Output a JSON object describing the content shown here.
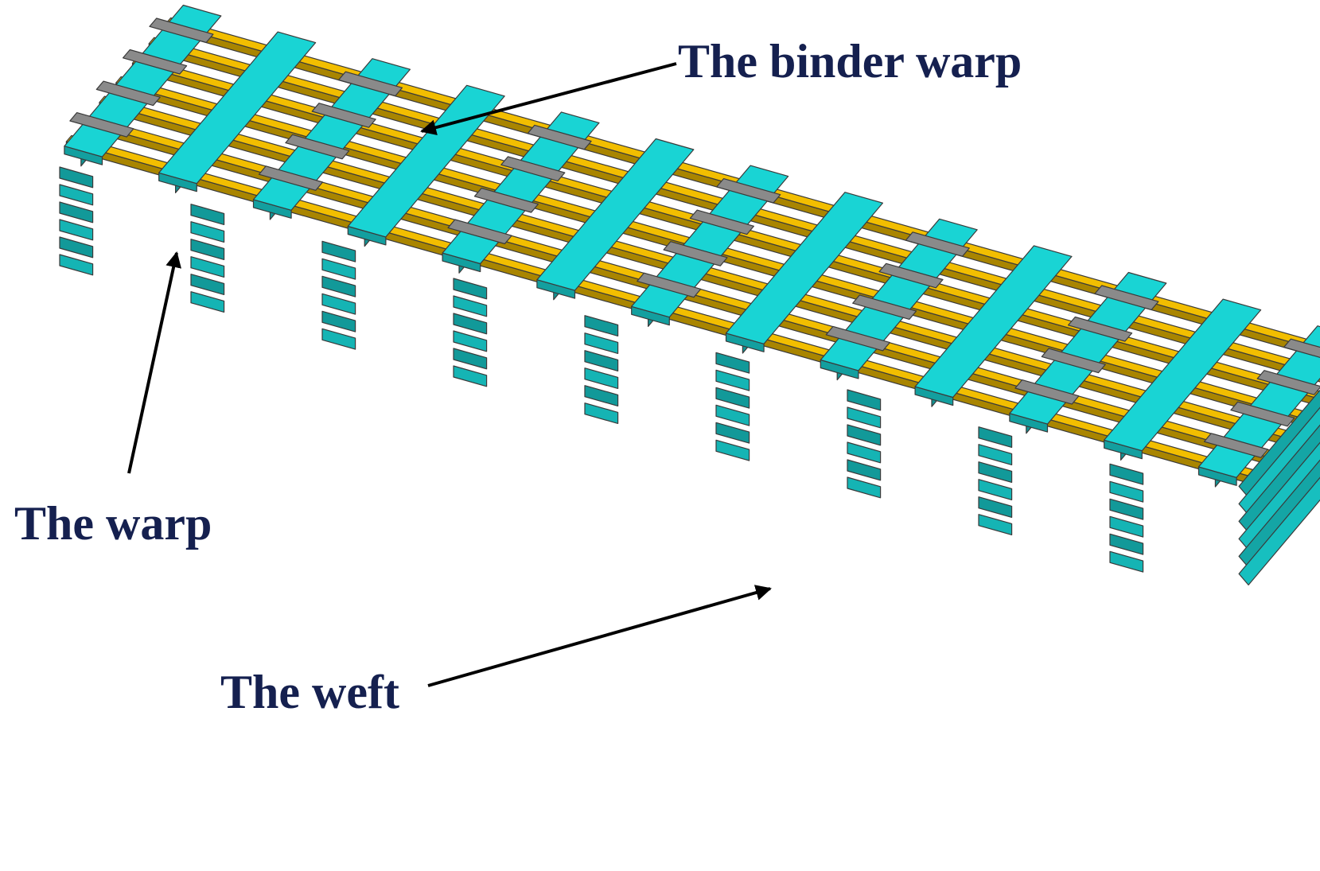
{
  "labels": {
    "binder_warp": "The binder warp",
    "warp": "The warp",
    "weft": "The weft"
  },
  "colors": {
    "warp": "#19d4d4",
    "weft": "#f2be00",
    "binder_warp": "#8a8a8a",
    "label_text": "#15204f",
    "background": "#ffffff"
  }
}
